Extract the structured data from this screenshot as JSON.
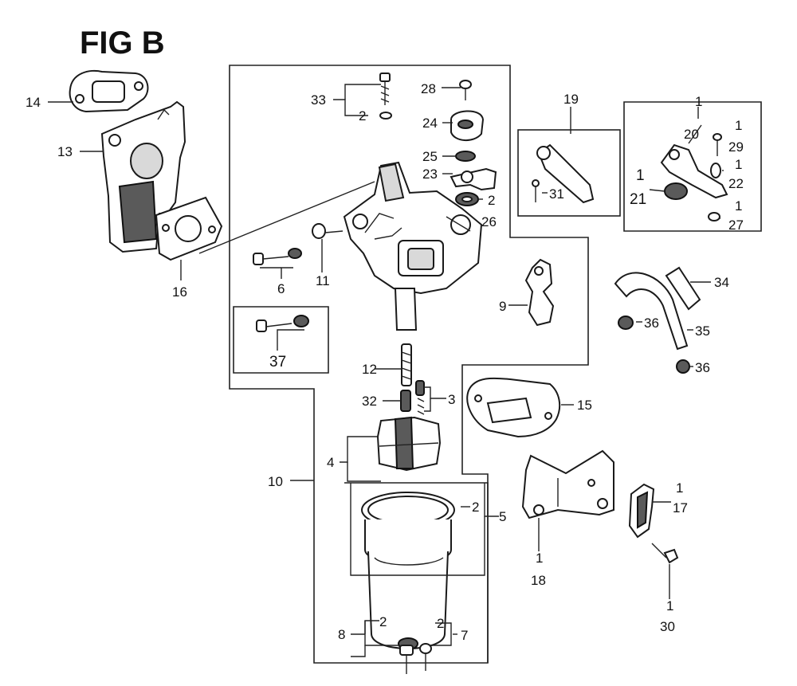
{
  "figure": {
    "title": "FIG B"
  },
  "callouts": {
    "c1": "1",
    "c2": "2",
    "c3": "3",
    "c4": "4",
    "c5": "5",
    "c6": "6",
    "c7": "7",
    "c8": "8",
    "c9": "9",
    "c10": "10",
    "c11": "11",
    "c12": "12",
    "c13": "13",
    "c14": "14",
    "c15": "15",
    "c16": "16",
    "c17": "17",
    "c18": "18",
    "c19": "19",
    "c20": "20",
    "c21": "21",
    "c22": "22",
    "c23": "23",
    "c24": "24",
    "c25": "25",
    "c26": "26",
    "c27": "27",
    "c28": "28",
    "c29": "29",
    "c30": "30",
    "c31": "31",
    "c32": "32",
    "c33": "33",
    "c34": "34",
    "c35": "35",
    "c36": "36",
    "c37": "37"
  }
}
